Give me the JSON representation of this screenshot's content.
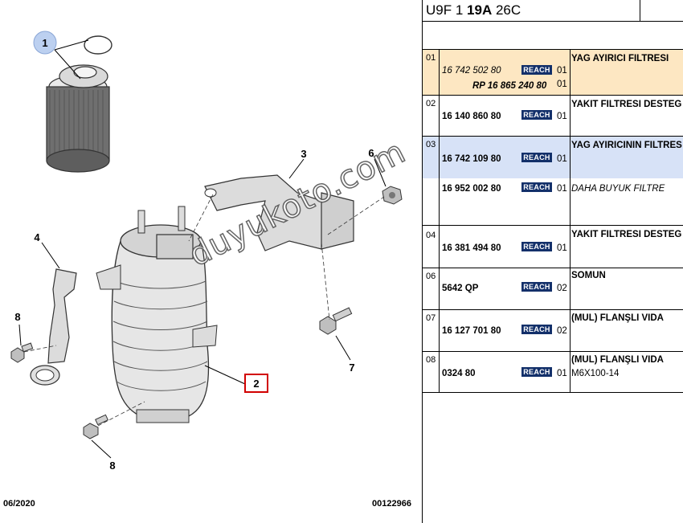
{
  "header": {
    "prefix": "U9F 1",
    "bold_part": "19A",
    "suffix": "26C"
  },
  "diagram": {
    "callouts": [
      "1",
      "2",
      "3",
      "4",
      "6",
      "7",
      "8",
      "8"
    ],
    "date": "06/2020",
    "code": "00122966",
    "watermark": "duyukoto.com"
  },
  "parts_rows": [
    {
      "index": "01",
      "highlight": "orange",
      "lines": [
        {
          "part_number": "16 742 502 80",
          "part_style": "italic",
          "reach": "REACH",
          "qty": "01",
          "description": "YAĞ AYIRICI FİLTRESİ",
          "desc_style": "bold"
        },
        {
          "part_number": "RP 16 865 240 80",
          "part_style": "bold-italic",
          "reach": "",
          "qty": "01",
          "description": "",
          "desc_style": ""
        }
      ]
    },
    {
      "index": "02",
      "highlight": "",
      "lines": [
        {
          "part_number": "16 140 860 80",
          "part_style": "bold",
          "reach": "REACH",
          "qty": "01",
          "description": "YAKIT FİLTRESİ DESTEĞİ",
          "desc_style": "bold"
        }
      ]
    },
    {
      "index": "03",
      "highlight": "blue",
      "lines": [
        {
          "part_number": "16 742 109 80",
          "part_style": "bold",
          "reach": "REACH",
          "qty": "01",
          "description": "YAĞ AYIRICININ FİLTRESİ",
          "desc_style": "bold"
        }
      ]
    },
    {
      "index": "",
      "highlight": "",
      "lines": [
        {
          "part_number": "16 952 002 80",
          "part_style": "bold",
          "reach": "REACH",
          "qty": "01",
          "description": "DAHA BÜYÜK FİLTRE",
          "desc_style": "italic"
        }
      ]
    },
    {
      "index": "04",
      "highlight": "",
      "lines": [
        {
          "part_number": "16 381 494 80",
          "part_style": "bold",
          "reach": "REACH",
          "qty": "01",
          "description": "YAKIT FİLTRESİ DESTEĞİ",
          "desc_style": "bold"
        }
      ]
    },
    {
      "index": "06",
      "highlight": "",
      "lines": [
        {
          "part_number": "5642 QP",
          "part_style": "bold",
          "reach": "REACH",
          "qty": "02",
          "description": "SOMUN",
          "desc_style": "bold"
        }
      ]
    },
    {
      "index": "07",
      "highlight": "",
      "lines": [
        {
          "part_number": "16 127 701 80",
          "part_style": "bold",
          "reach": "REACH",
          "qty": "02",
          "description": "(MUL) FLANŞLI VİDA",
          "desc_style": "bold"
        }
      ]
    },
    {
      "index": "08",
      "highlight": "",
      "lines": [
        {
          "part_number": "0324 80",
          "part_style": "bold",
          "reach": "REACH",
          "qty": "01",
          "description": "(MUL) FLANŞLI VİDA",
          "desc_style": "bold"
        },
        {
          "part_number": "",
          "part_style": "",
          "reach": "",
          "qty": "",
          "description": "M6X100-14",
          "desc_style": ""
        }
      ]
    }
  ],
  "colors": {
    "highlight_orange": "#fde7c2",
    "highlight_blue": "#d7e2f7",
    "reach_badge": "#13306a",
    "callout_blue": "#bcd0f0",
    "callout_red": "#d10000"
  }
}
